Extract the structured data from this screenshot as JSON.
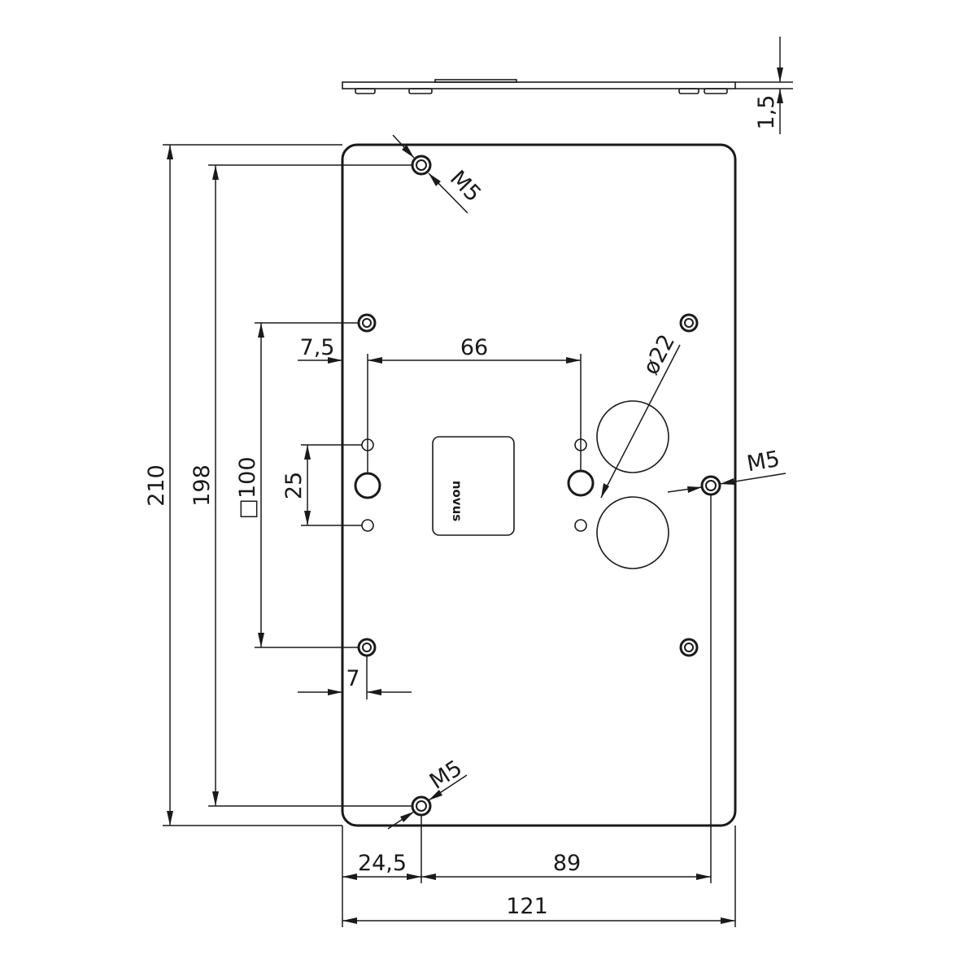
{
  "drawing": {
    "plate_thickness": "1,5",
    "height_total": "210",
    "height_mount": "198",
    "vesa_square": "□100",
    "vertical_spacing": "25",
    "offset_left_top": "7,5",
    "offset_left_bottom": "7",
    "horizontal_spacing": "66",
    "cutout_diameter": "ø22",
    "thread_label": "M5",
    "offset_bottom_left": "24,5",
    "offset_bottom_right": "89",
    "width_total": "121",
    "logo": "novus"
  }
}
